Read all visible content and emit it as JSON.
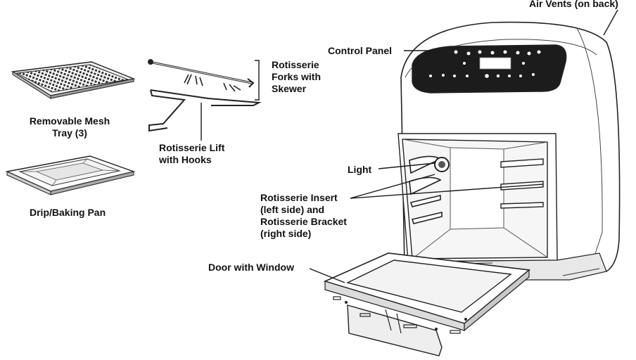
{
  "labels": {
    "air_vents": "Air Vents (on back)",
    "control_panel": "Control Panel",
    "rotisserie_forks": [
      "Rotisserie",
      "Forks with",
      "Skewer"
    ],
    "mesh_tray": [
      "Removable Mesh",
      "Tray (3)"
    ],
    "rotisserie_lift": [
      "Rotisserie Lift",
      "with Hooks"
    ],
    "drip_pan": "Drip/Baking Pan",
    "light": "Light",
    "insert_bracket": [
      "Rotisserie Insert",
      "(left side) and",
      "Rotisserie Bracket",
      "(right side)"
    ],
    "door": "Door with Window"
  },
  "colors": {
    "line": "#1a1a1a",
    "panel": "#1c1c1c",
    "body_fill": "#ffffff",
    "shadow": "#cfcfcf"
  }
}
